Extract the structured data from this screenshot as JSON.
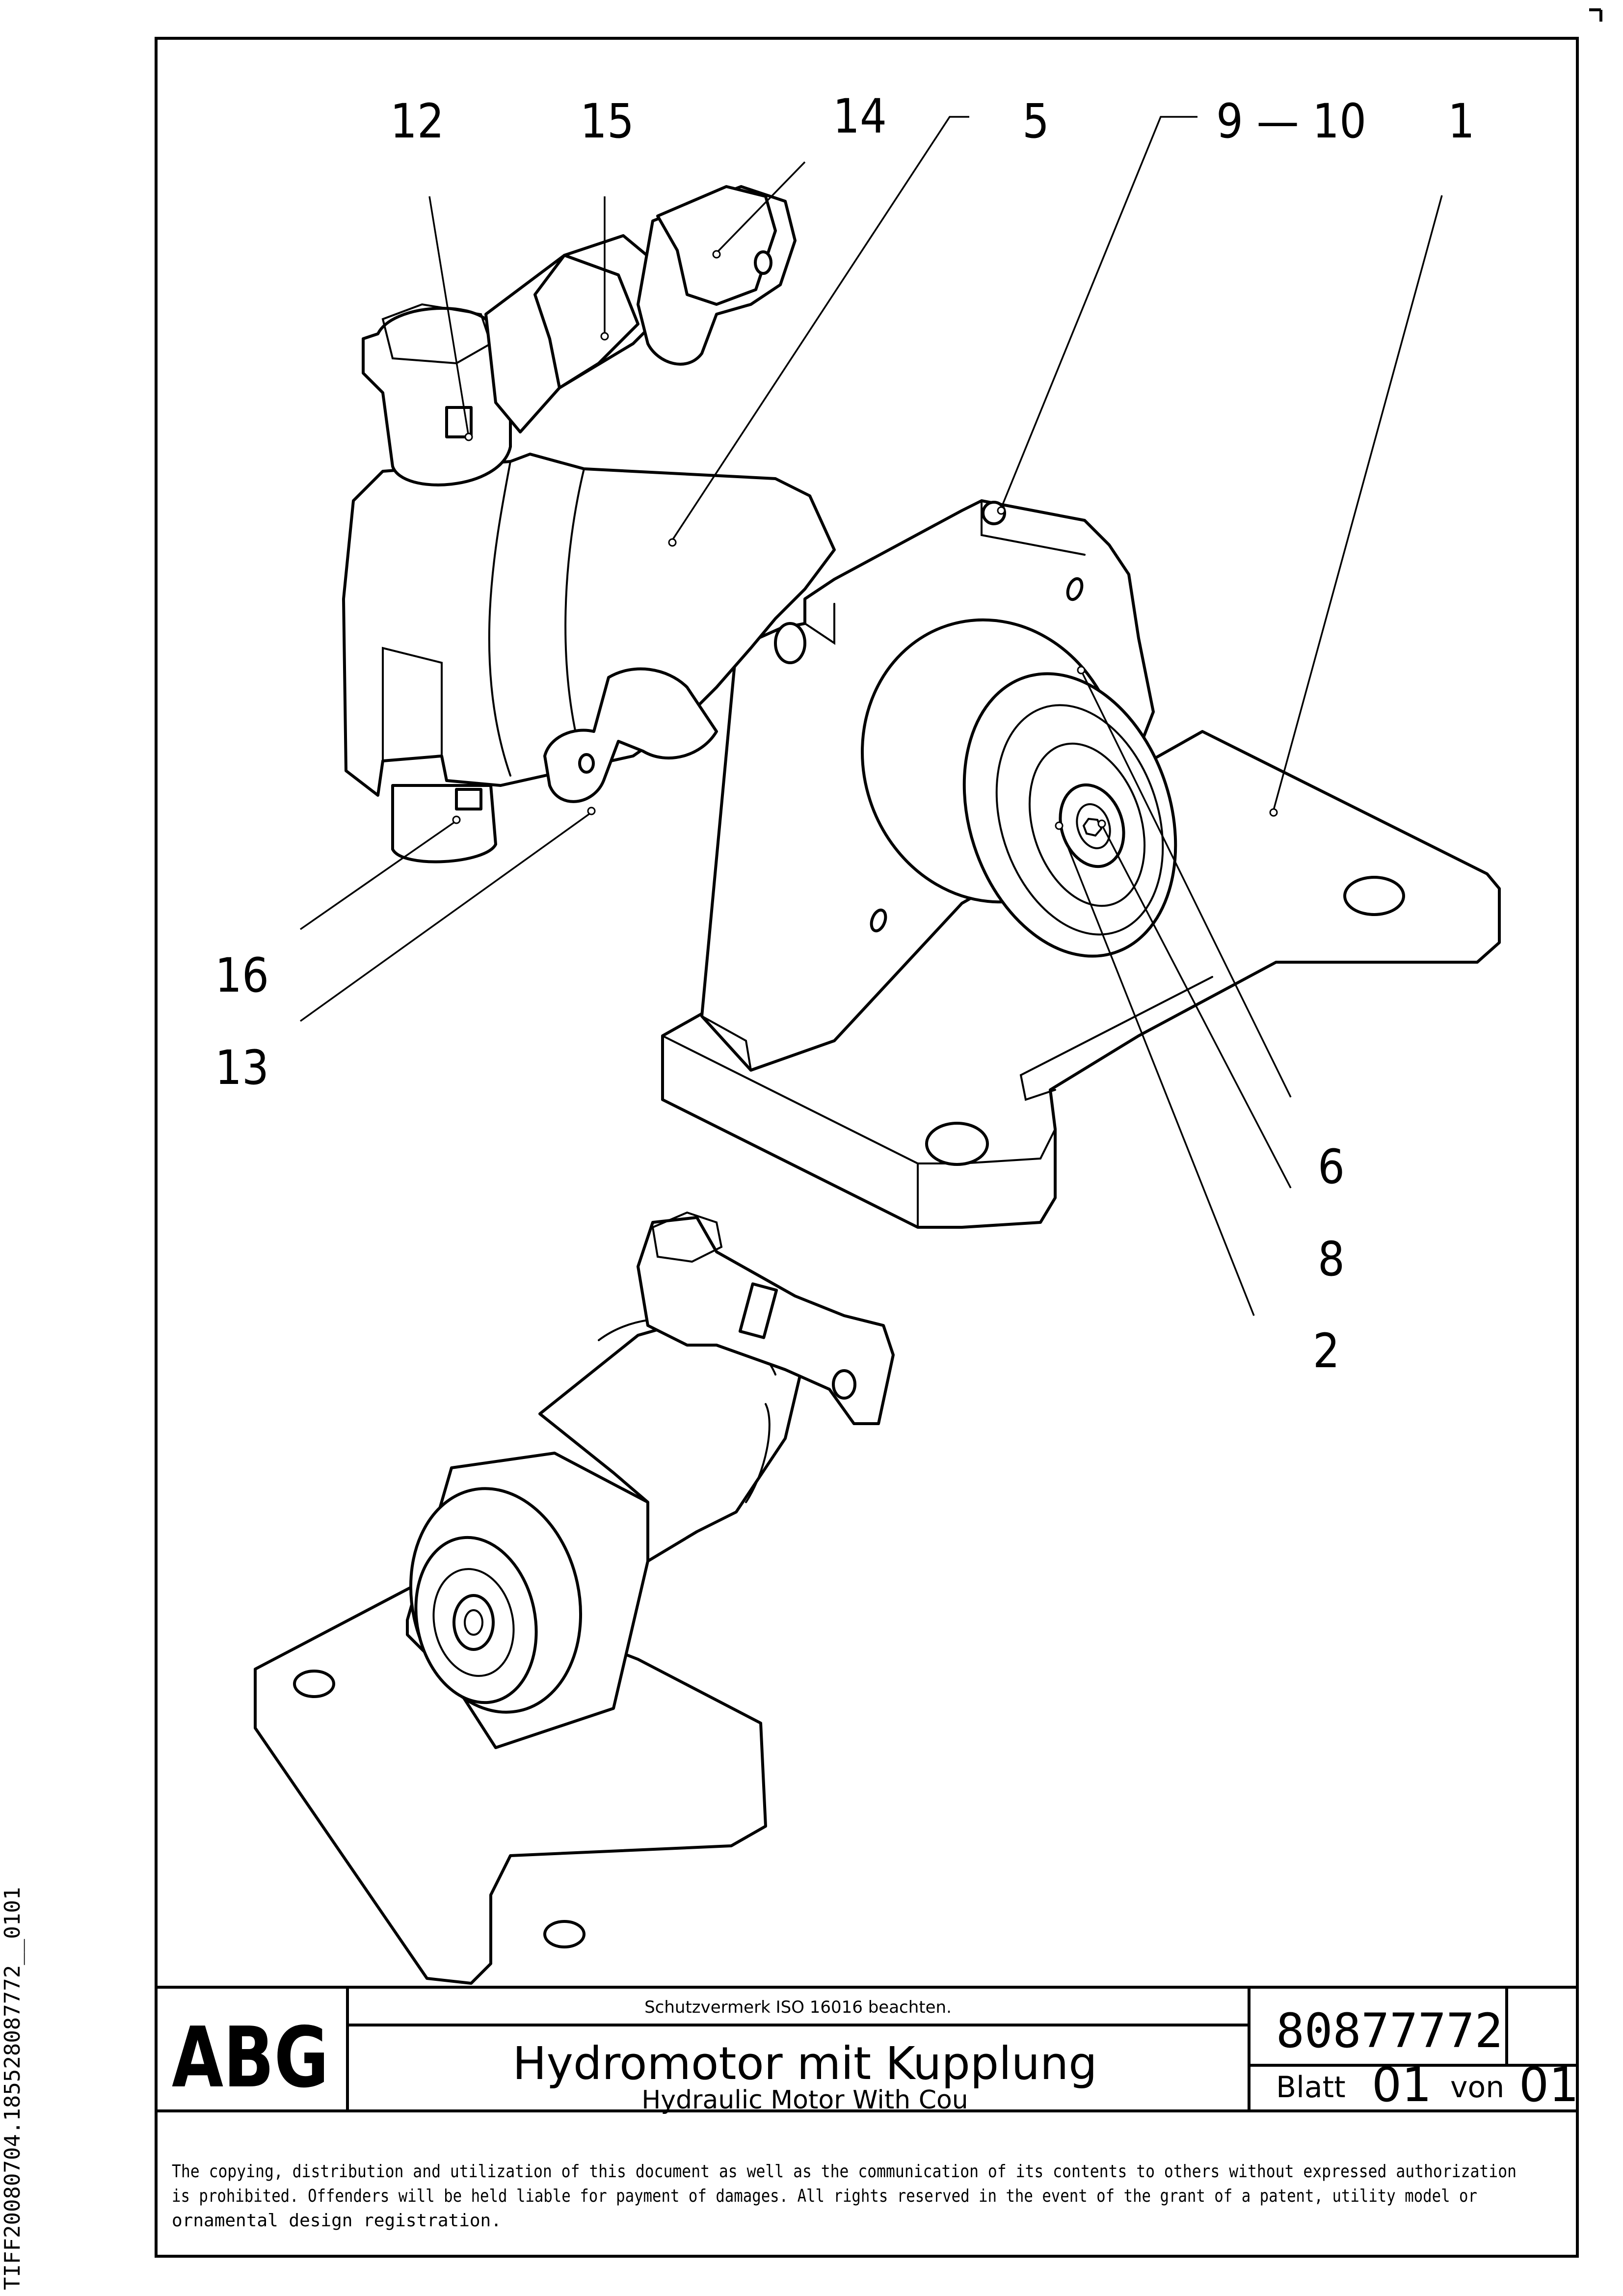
{
  "callouts": [
    "12",
    "15",
    "14",
    "5",
    "9 — 10",
    "1",
    "16",
    "13",
    "6",
    "8",
    "2"
  ],
  "title_block": {
    "logo": "ABG",
    "protection_note": "Schutzvermerk ISO 16016 beachten.",
    "title_de": "Hydromotor mit Kupplung",
    "title_en": "Hydraulic Motor With Cou",
    "doc_number": "80877772",
    "sheet_label": "Blatt",
    "sheet_number": "01",
    "of_label": "von",
    "sheet_total": "01"
  },
  "notice_lines": [
    "The copying, distribution and utilization of this document as well as the communication of its contents to others without expressed authorization",
    "is prohibited. Offenders will be held liable for payment of damages. All rights reserved in the event of the grant of a patent, utility model or",
    "ornamental design registration."
  ],
  "side_label": "TIFF20080704.185528087772__0101"
}
